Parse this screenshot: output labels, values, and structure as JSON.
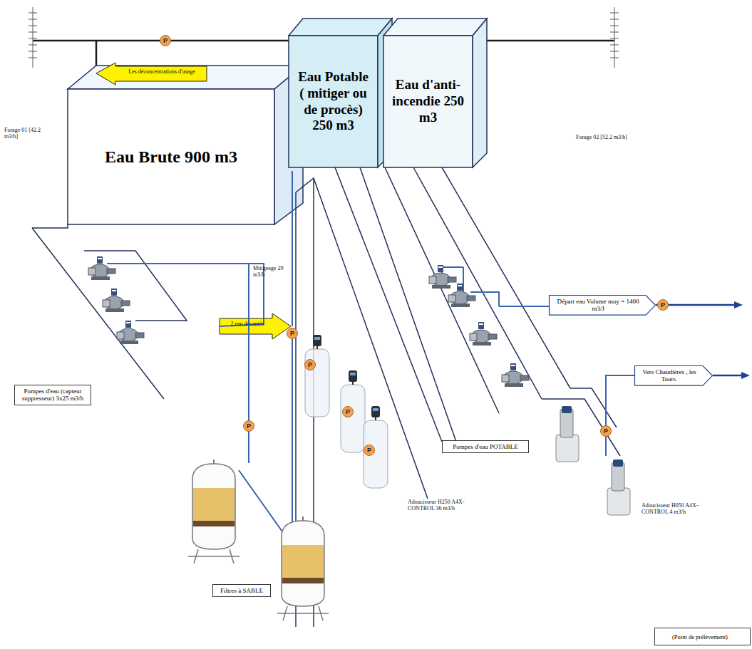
{
  "diagram": {
    "nodes": [
      {
        "text": [
          "Eau Brute 900 m3"
        ]
      },
      {
        "text": [
          "Eau Potable ( mitiger ou de procès) 250 m3"
        ]
      },
      {
        "text": [
          "Eau d'anti-incendie 250 m3"
        ]
      },
      {
        "text": [
          "Pompes d'eau (capteur suppresseur) 3x25 m3/h"
        ]
      },
      {
        "text": [
          "Filtres à SABLE"
        ]
      },
      {
        "text": [
          "Pompes d'eau POTABLE"
        ]
      },
      {
        "text": [
          "Départ eau Volume moy = 1400 m3/J"
        ]
      },
      {
        "text": [
          "Vers Chaudières , les Tours."
        ]
      }
    ],
    "labels": [
      "Les déconcentrations d'usage",
      "Forage 01 [42.2 m3/h]",
      "Forage 02 [52.2 m3/h]",
      "Mitigeage 29 m3/h",
      "2 eau décantée",
      "Adoucisseur H250 A4X-CONTROL 36 m3/h",
      "Adoucisseur H050 A4X-CONTROL 4 m3/h",
      "P",
      "P",
      "P",
      "P",
      "P",
      "P",
      "P",
      "P",
      "P"
    ],
    "legend": [
      {
        "text": "(Point de prélèvement)"
      }
    ]
  }
}
